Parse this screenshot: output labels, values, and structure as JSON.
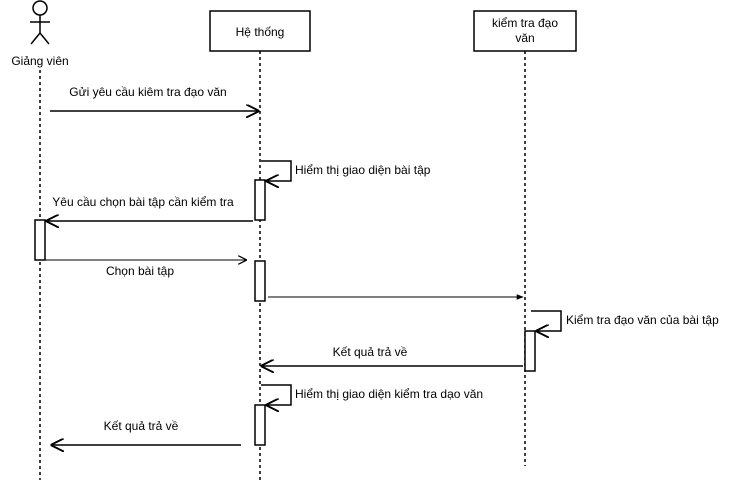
{
  "actors": {
    "teacher": "Giảng viên",
    "system": "Hệ thống",
    "checker_line1": "kiểm tra đạo",
    "checker_line2": "văn"
  },
  "messages": {
    "m1": "Gửi yêu cầu kiêm tra đạo văn",
    "m2": "Hiểm thị giao diện bài tập",
    "m3": "Yêu cầu chọn bài tập cần kiểm tra",
    "m4": "Chọn bài tập",
    "m5": "Kiểm tra đạo văn của bài tập",
    "m6": "Kết quả trả về",
    "m7": "Hiểm thị giao diện kiểm tra dạo văn",
    "m8": "Kết quả trả về"
  }
}
